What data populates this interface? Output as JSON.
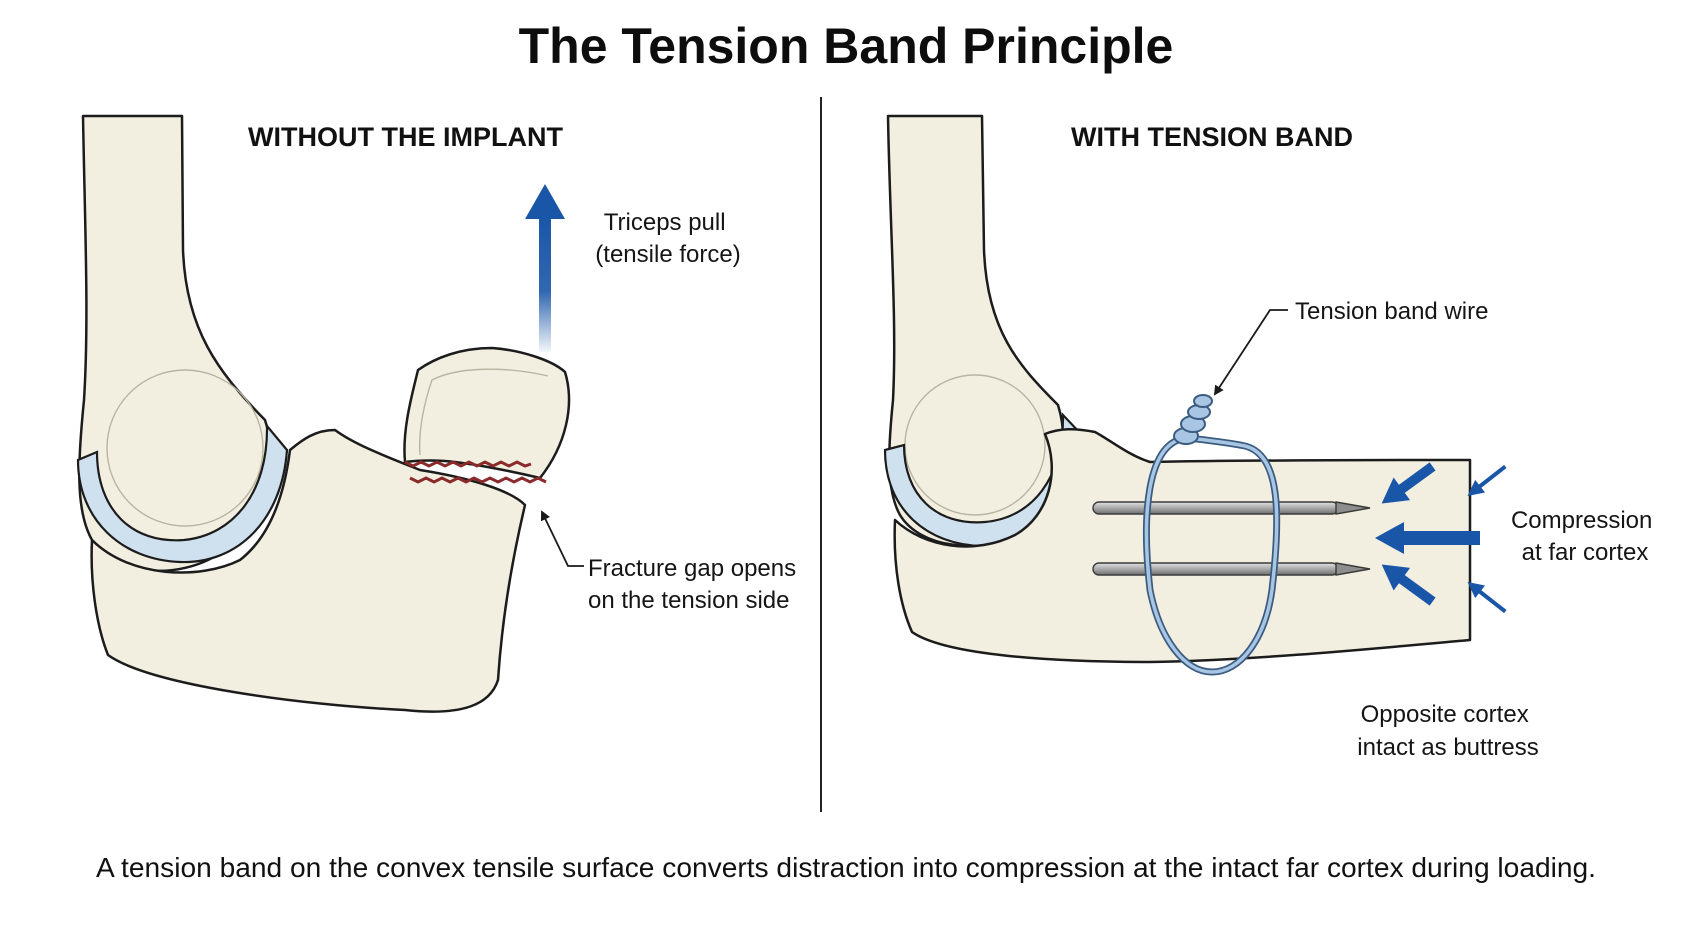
{
  "title": "The Tension Band Principle",
  "left_panel": {
    "heading": "WITHOUT THE IMPLANT",
    "force_label": [
      "Triceps pull",
      "(tensile force)"
    ],
    "gap_label": [
      "Fracture gap opens",
      "on the tension side"
    ]
  },
  "right_panel": {
    "heading": "WITH TENSION BAND",
    "wire_label": "Tension band wire",
    "compression_label": [
      "Compression",
      "at far cortex"
    ],
    "buttress_label": [
      "Opposite cortex",
      "intact as buttress"
    ]
  },
  "caption": "A tension band on the convex tensile surface converts distraction into compression at the intact far cortex during loading.",
  "colors": {
    "arrow_blue": "#1a56a8",
    "bone_fill": "#f3efe0",
    "cartilage": "#cfe0ef",
    "wire": "#7fa7cf",
    "fracture_line": "#8a2a2a",
    "pin": "#a9a9a9"
  }
}
